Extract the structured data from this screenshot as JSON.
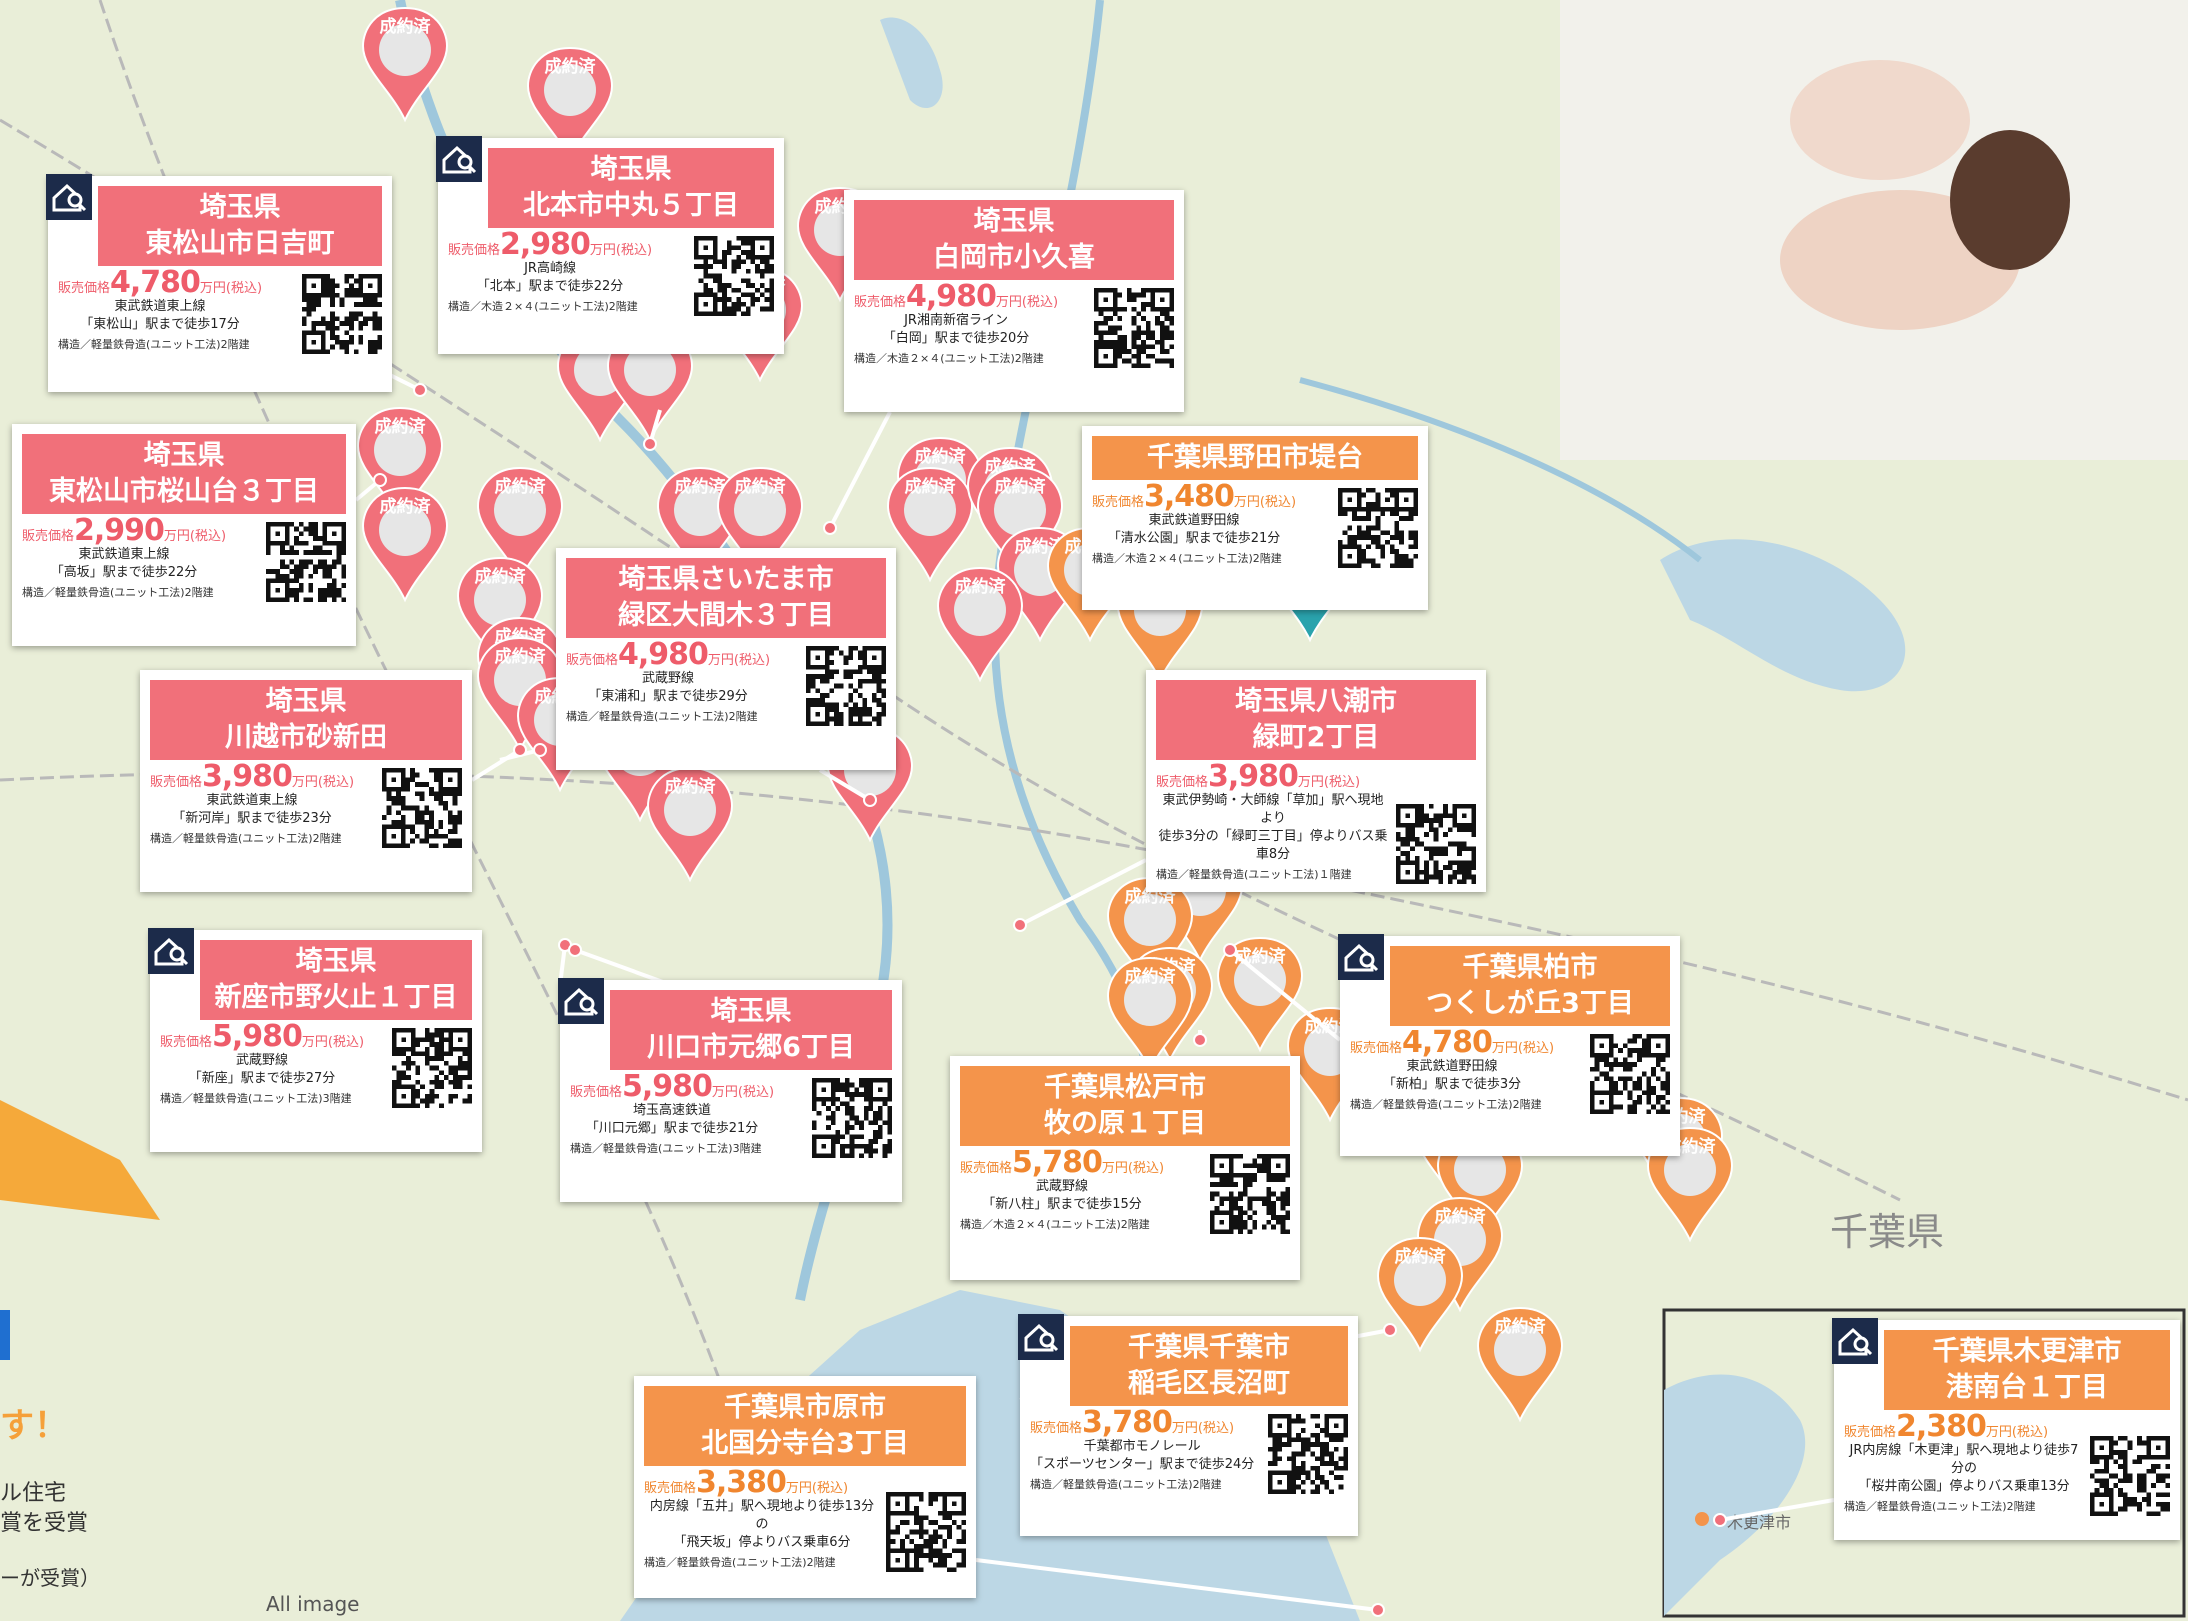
{
  "map": {
    "prefecture_label": "千葉県",
    "inset_place_label": "木更津市",
    "image_caption": "All image",
    "colors": {
      "land": "#e9eed8",
      "water": "#bcd7e5",
      "river": "#9ec7dc",
      "pink": "#f1707a",
      "orange": "#f4944b",
      "teal": "#2aa3ad",
      "house_icon": "#1c2b4a"
    }
  },
  "pin_label": "成約済",
  "side_text": {
    "exclaim": "す！",
    "line1": "ル住宅",
    "line2": "賞を受賞",
    "line3": "ーが受賞）"
  },
  "properties": [
    {
      "id": "higashimatsuyama-hiyoshi",
      "color": "pink",
      "title": "埼玉県\n東松山市日吉町",
      "price_label": "販売価格",
      "price": "4,780",
      "price_unit": "万円(税込)",
      "line": "東武鉄道東上線\n「東松山」駅まで徒歩17分",
      "structure": "構造／軽量鉄骨造(ユニット工法)2階建",
      "icon": "house-search-icon"
    },
    {
      "id": "kitamoto-nakamaru",
      "color": "pink",
      "title": "埼玉県\n北本市中丸５丁目",
      "price_label": "販売価格",
      "price": "2,980",
      "price_unit": "万円(税込)",
      "line": "JR高崎線\n「北本」駅まで徒歩22分",
      "structure": "構造／木造２×４(ユニット工法)2階建",
      "icon": "house-search-icon"
    },
    {
      "id": "shiraoka-kokuki",
      "color": "pink",
      "title": "埼玉県\n白岡市小久喜",
      "price_label": "販売価格",
      "price": "4,980",
      "price_unit": "万円(税込)",
      "line": "JR湘南新宿ライン\n「白岡」駅まで徒歩20分",
      "structure": "構造／木造２×４(ユニット工法)2階建",
      "icon": ""
    },
    {
      "id": "higashimatsuyama-sakurayamadai",
      "color": "pink",
      "title": "埼玉県\n東松山市桜山台３丁目",
      "price_label": "販売価格",
      "price": "2,990",
      "price_unit": "万円(税込)",
      "line": "東武鉄道東上線\n「高坂」駅まで徒歩22分",
      "structure": "構造／軽量鉄骨造(ユニット工法)2階建",
      "icon": ""
    },
    {
      "id": "noda-tsutsumidai",
      "color": "orange",
      "title": "千葉県野田市堤台",
      "price_label": "販売価格",
      "price": "3,480",
      "price_unit": "万円(税込)",
      "line": "東武鉄道野田線\n「清水公園」駅まで徒歩21分",
      "structure": "構造／木造２×４(ユニット工法)2階建",
      "icon": ""
    },
    {
      "id": "saitama-omagi",
      "color": "pink",
      "title": "埼玉県さいたま市\n緑区大間木３丁目",
      "price_label": "販売価格",
      "price": "4,980",
      "price_unit": "万円(税込)",
      "line": "武蔵野線\n「東浦和」駅まで徒歩29分",
      "structure": "構造／軽量鉄骨造(ユニット工法)2階建",
      "icon": ""
    },
    {
      "id": "kawagoe-sunashinden",
      "color": "pink",
      "title": "埼玉県\n川越市砂新田",
      "price_label": "販売価格",
      "price": "3,980",
      "price_unit": "万円(税込)",
      "line": "東武鉄道東上線\n「新河岸」駅まで徒歩23分",
      "structure": "構造／軽量鉄骨造(ユニット工法)2階建",
      "icon": ""
    },
    {
      "id": "yashio-midoricho",
      "color": "pink",
      "title": "埼玉県八潮市\n緑町2丁目",
      "price_label": "販売価格",
      "price": "3,980",
      "price_unit": "万円(税込)",
      "line": "東武伊勢崎・大師線「草加」駅へ現地より\n徒歩3分の「緑町三丁目」停よりバス乗車8分",
      "structure": "構造／軽量鉄骨造(ユニット工法)１階建",
      "icon": ""
    },
    {
      "id": "niiza-nobidome",
      "color": "pink",
      "title": "埼玉県\n新座市野火止１丁目",
      "price_label": "販売価格",
      "price": "5,980",
      "price_unit": "万円(税込)",
      "line": "武蔵野線\n「新座」駅まで徒歩27分",
      "structure": "構造／軽量鉄骨造(ユニット工法)3階建",
      "icon": "house-search-icon"
    },
    {
      "id": "kawaguchi-motogo",
      "color": "pink",
      "title": "埼玉県\n川口市元郷6丁目",
      "price_label": "販売価格",
      "price": "5,980",
      "price_unit": "万円(税込)",
      "line": "埼玉高速鉄道\n「川口元郷」駅まで徒歩21分",
      "structure": "構造／軽量鉄骨造(ユニット工法)3階建",
      "icon": "house-search-icon"
    },
    {
      "id": "kashiwa-tsukushigaoka",
      "color": "orange",
      "title": "千葉県柏市\nつくしが丘3丁目",
      "price_label": "販売価格",
      "price": "4,780",
      "price_unit": "万円(税込)",
      "line": "東武鉄道野田線\n「新柏」駅まで徒歩3分",
      "structure": "構造／軽量鉄骨造(ユニット工法)2階建",
      "icon": "house-search-icon"
    },
    {
      "id": "matsudo-makinohara",
      "color": "orange",
      "title": "千葉県松戸市\n牧の原１丁目",
      "price_label": "販売価格",
      "price": "5,780",
      "price_unit": "万円(税込)",
      "line": "武蔵野線\n「新八柱」駅まで徒歩15分",
      "structure": "構造／木造２×４(ユニット工法)2階建",
      "icon": ""
    },
    {
      "id": "chiba-naganuma",
      "color": "orange",
      "title": "千葉県千葉市\n稲毛区長沼町",
      "price_label": "販売価格",
      "price": "3,780",
      "price_unit": "万円(税込)",
      "line": "千葉都市モノレール\n「スポーツセンター」駅まで徒歩24分",
      "structure": "構造／軽量鉄骨造(ユニット工法)2階建",
      "icon": "house-search-icon"
    },
    {
      "id": "ichihara-kitakokubunjidai",
      "color": "orange",
      "title": "千葉県市原市\n北国分寺台3丁目",
      "price_label": "販売価格",
      "price": "3,380",
      "price_unit": "万円(税込)",
      "line": "内房線「五井」駅へ現地より徒歩13分の\n「飛天坂」停よりバス乗車6分",
      "structure": "構造／軽量鉄骨造(ユニット工法)2階建",
      "icon": ""
    },
    {
      "id": "kisarazu-konandai",
      "color": "orange",
      "title": "千葉県木更津市\n港南台１丁目",
      "price_label": "販売価格",
      "price": "2,380",
      "price_unit": "万円(税込)",
      "line": "JR内房線「木更津」駅へ現地より徒歩7分の\n「桜井南公園」停よりバス乗車13分",
      "structure": "構造／軽量鉄骨造(ユニット工法)2階建",
      "icon": "house-search-icon"
    }
  ]
}
